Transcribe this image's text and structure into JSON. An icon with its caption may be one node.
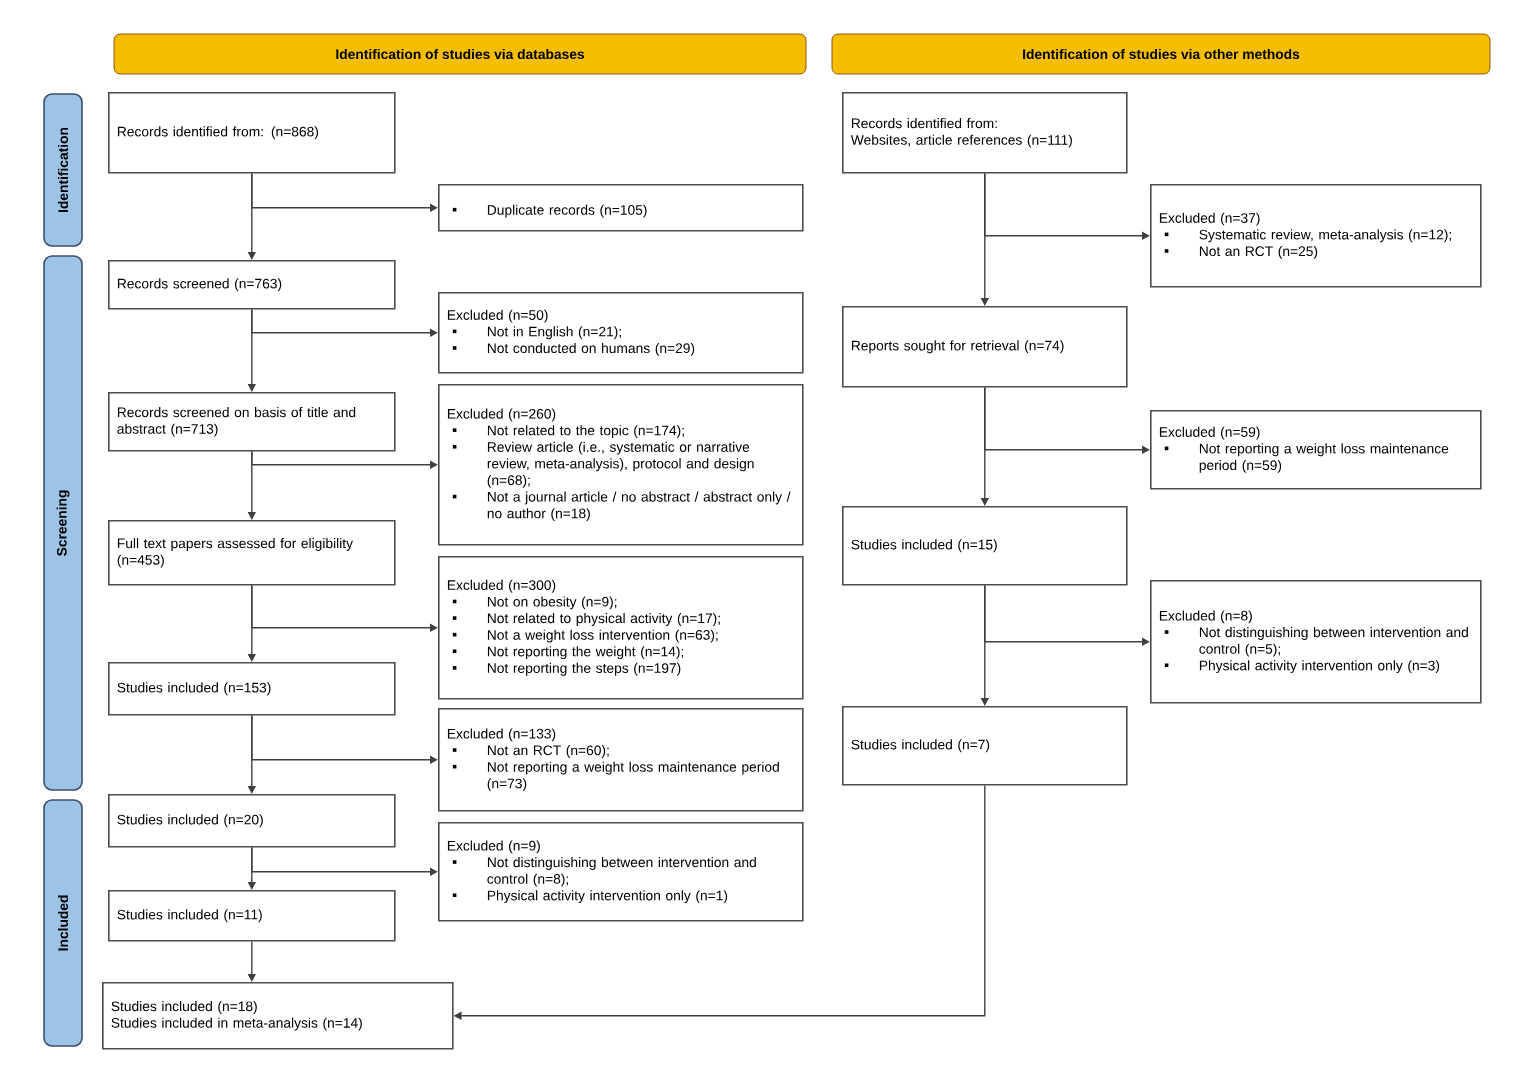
{
  "diagram": {
    "nodes": [
      {
        "text": [
          "Identification of studies via databases"
        ]
      },
      {
        "text": [
          "Identification of studies via other methods"
        ]
      },
      {
        "text": [
          "Identification"
        ]
      },
      {
        "text": [
          "Screening"
        ]
      },
      {
        "text": [
          "Included"
        ]
      },
      {
        "text": [
          "Records identified from: (n=868)"
        ]
      },
      {
        "text": [
          "Duplicate records (n=105)"
        ]
      },
      {
        "text": [
          "Records screened (n=763)"
        ]
      },
      {
        "text": [
          "Excluded (n=50)",
          "Not in English (n=21);",
          "Not conducted on humans (n=29)"
        ]
      },
      {
        "text": [
          "Records screened on basis of title and abstract (n=713)"
        ]
      },
      {
        "text": [
          "Excluded (n=260)",
          "Not related to the topic (n=174);",
          "Review article (i.e., systematic or narrative review, meta-analysis), protocol and design (n=68);",
          "Not a journal article / no abstract / abstract only / no author (n=18)"
        ]
      },
      {
        "text": [
          "Full text papers assessed for eligibility (n=453)"
        ]
      },
      {
        "text": [
          "Excluded (n=300)",
          "Not on obesity (n=9);",
          "Not related to physical activity (n=17);",
          "Not a weight loss intervention (n=63);",
          "Not reporting the weight (n=14);",
          "Not reporting the steps (n=197)"
        ]
      },
      {
        "text": [
          "Studies included (n=153)"
        ]
      },
      {
        "text": [
          "Excluded (n=133)",
          "Not an RCT (n=60);",
          "Not reporting a weight loss maintenance period (n=73)"
        ]
      },
      {
        "text": [
          "Studies included (n=20)"
        ]
      },
      {
        "text": [
          "Excluded (n=9)",
          "Not distinguishing between intervention and control (n=8);",
          "Physical activity intervention only (n=1)"
        ]
      },
      {
        "text": [
          "Studies included (n=11)"
        ]
      },
      {
        "text": [
          "Studies included (n=18)",
          "Studies included in meta-analysis (n=14)"
        ]
      },
      {
        "text": [
          "Records identified from:",
          "Websites, article references (n=111)"
        ]
      },
      {
        "text": [
          "Excluded (n=37)",
          "Systematic review, meta-analysis (n=12);",
          "Not an RCT (n=25)"
        ]
      },
      {
        "text": [
          "Reports sought for retrieval (n=74)"
        ]
      },
      {
        "text": [
          "Excluded (n=59)",
          "Not reporting a weight loss maintenance period (n=59)"
        ]
      },
      {
        "text": [
          "Studies included (n=15)"
        ]
      },
      {
        "text": [
          "Excluded (n=8)",
          "Not distinguishing between intervention and control (n=5);",
          "Physical activity intervention only (n=3)"
        ]
      },
      {
        "text": [
          "Studies included (n=7)"
        ]
      }
    ],
    "edges": [
      {
        "from": 5,
        "to": 6,
        "arrow": "to"
      },
      {
        "from": 5,
        "to": 7,
        "arrow": "to"
      },
      {
        "from": 7,
        "to": 8,
        "arrow": "to"
      },
      {
        "from": 7,
        "to": 9,
        "arrow": "to"
      },
      {
        "from": 9,
        "to": 10,
        "arrow": "to"
      },
      {
        "from": 9,
        "to": 11,
        "arrow": "to"
      },
      {
        "from": 11,
        "to": 12,
        "arrow": "to"
      },
      {
        "from": 11,
        "to": 13,
        "arrow": "to"
      },
      {
        "from": 13,
        "to": 14,
        "arrow": "to"
      },
      {
        "from": 13,
        "to": 15,
        "arrow": "to"
      },
      {
        "from": 15,
        "to": 16,
        "arrow": "to"
      },
      {
        "from": 15,
        "to": 17,
        "arrow": "to"
      },
      {
        "from": 17,
        "to": 18,
        "arrow": "to"
      },
      {
        "from": 19,
        "to": 20,
        "arrow": "to"
      },
      {
        "from": 19,
        "to": 21,
        "arrow": "to"
      },
      {
        "from": 21,
        "to": 22,
        "arrow": "to"
      },
      {
        "from": 21,
        "to": 23,
        "arrow": "to"
      },
      {
        "from": 23,
        "to": 24,
        "arrow": "to"
      },
      {
        "from": 23,
        "to": 25,
        "arrow": "to"
      },
      {
        "from": 25,
        "to": 18,
        "arrow": "to"
      }
    ]
  }
}
